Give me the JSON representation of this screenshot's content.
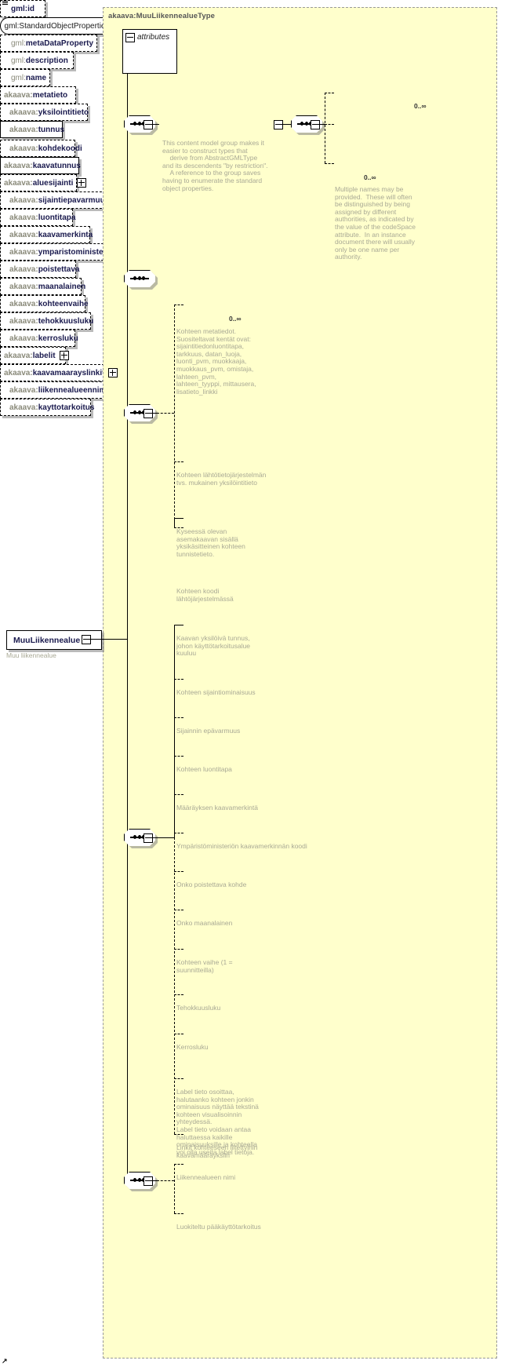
{
  "diagram": {
    "type_title": "akaava:MuuLiikennealueType",
    "root": {
      "label": "MuuLiikennealue",
      "annotation": "Muu liikennealue"
    },
    "attributes_group": {
      "label": "attributes",
      "items": [
        {
          "name": "gml:id"
        }
      ]
    },
    "group_ref": {
      "label": "gml:StandardObjectProperties",
      "annotation": "This content model group makes it\neasier to construct types that\n    derive from AbstractGMLType\nand its descendents \"by restriction\".\n    A reference to the group saves\nhaving to enumerate the standard\nobject properties."
    },
    "gml_children": [
      {
        "prefix": "gml:",
        "name": "metaDataProperty",
        "cardinality": "0..∞",
        "annotation": ""
      },
      {
        "prefix": "gml:",
        "name": "description",
        "cardinality": "",
        "annotation": ""
      },
      {
        "prefix": "gml:",
        "name": "name",
        "cardinality": "0..∞",
        "annotation": "Multiple names may be\nprovided.  These will often\nbe distinguished by being\nassigned by different\nauthorities, as indicated by\nthe value of the codeSpace\nattribute.  In an instance\ndocument there will usually\nonly be one name per\nauthority."
      }
    ],
    "metadata_children": [
      {
        "prefix": "akaava:",
        "name": "metatieto",
        "cardinality": "0..∞",
        "annotation": "Kohteen metatiedot.\nSuositeltavat kentät ovat:\nsijaintitiedonluontitapa,\ntarkkuus, datan_luoja,\nluonti_pvm, muokkaaja,\nmuokkaus_pvm, omistaja,\nlahteen_pvm,\nlahteen_tyyppi, mittausera,\nlisatieto_linkki"
      },
      {
        "prefix": "akaava:",
        "name": "yksilointitieto",
        "cardinality": "",
        "annotation": "Kohteen lähtötietojärjestelmän\ntvs. mukainen yksilöintitieto"
      },
      {
        "prefix": "akaava:",
        "name": "tunnus",
        "cardinality": "",
        "annotation": "Kyseessä olevan\nasemakaavan sisällä\nyksikäsitteinen kohteen\ntunnistetieto."
      },
      {
        "prefix": "akaava:",
        "name": "kohdekoodi",
        "cardinality": "",
        "annotation": "Kohteen koodi\nlähtöjärjestelmässä"
      }
    ],
    "main_children": [
      {
        "prefix": "akaava:",
        "name": "kaavatunnus",
        "cardinality": "",
        "annotation": "Kaavan yksilöivä tunnus,\njohon käyttötarkoitusalue\nkuuluu"
      },
      {
        "prefix": "akaava:",
        "name": "aluesijainti",
        "cardinality": "",
        "annotation": "Kohteen sijaintiominaisuus"
      },
      {
        "prefix": "akaava:",
        "name": "sijaintiepavarmuus",
        "cardinality": "",
        "annotation": "Sijainnin epävarmuus"
      },
      {
        "prefix": "akaava:",
        "name": "luontitapa",
        "cardinality": "",
        "annotation": "Kohteen luontitapa"
      },
      {
        "prefix": "akaava:",
        "name": "kaavamerkinta",
        "cardinality": "",
        "annotation": "Määräyksen kaavamerkintä"
      },
      {
        "prefix": "akaava:",
        "name": "ymparistoministerionko...",
        "cardinality": "",
        "annotation": "Ympäristöministeriön kaavamerkinnän koodi"
      },
      {
        "prefix": "akaava:",
        "name": "poistettava",
        "cardinality": "",
        "annotation": "Onko poistettava kohde"
      },
      {
        "prefix": "akaava:",
        "name": "maanalainen",
        "cardinality": "",
        "annotation": "Onko maanalainen"
      },
      {
        "prefix": "akaava:",
        "name": "kohteenvaihe",
        "cardinality": "",
        "annotation": "Kohteen vaihe (1 =\nsuunnitteilla)"
      },
      {
        "prefix": "akaava:",
        "name": "tehokkuusluku",
        "cardinality": "",
        "annotation": "Tehokkuusluku"
      },
      {
        "prefix": "akaava:",
        "name": "kerrosluku",
        "cardinality": "",
        "annotation": "Kerrosluku"
      },
      {
        "prefix": "akaava:",
        "name": "labelit",
        "cardinality": "",
        "annotation": "Label tieto osoittaa,\nhalutaanko kohteen jonkin\nominaisuus näyttää tekstinä\nkohteen visualisoinnin\nyhteydessä.\nLabel tieto voidaan antaa\nhaluttaessa kaikille\nominaisuuksille ja kohteella\nvoi olla useita label tietoja."
      },
      {
        "prefix": "akaava:",
        "name": "kaavamaarayslinkit",
        "cardinality": "",
        "annotation": "Linkit kohteeseen liitettyihin\nkaavamääräyksiin"
      }
    ],
    "tail_children": [
      {
        "prefix": "akaava:",
        "name": "liikennealueennimi",
        "cardinality": "",
        "annotation": "Liikennealueen nimi"
      },
      {
        "prefix": "akaava:",
        "name": "kayttotarkoitus",
        "cardinality": "",
        "annotation": "Luokiteltu pääkäyttötarkoitus"
      }
    ]
  }
}
